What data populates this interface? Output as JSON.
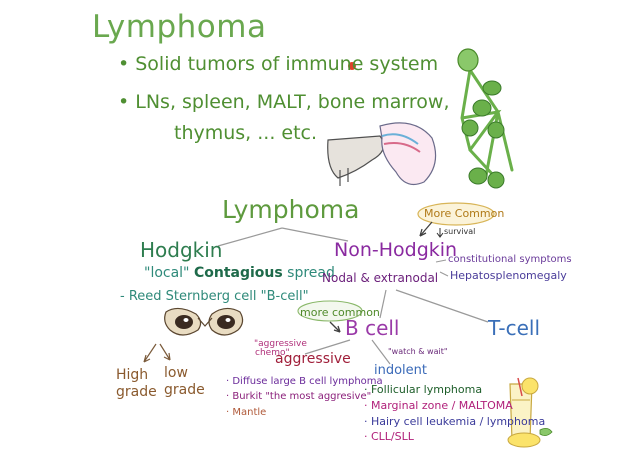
{
  "title": "Lymphoma",
  "bullets": [
    "• Solid tumors of immune system",
    "• LNs, spleen, MALT, bone marrow,",
    "thymus, ... etc."
  ],
  "subtitle": "Lymphoma",
  "hodgkin": {
    "label": "Hodgkin",
    "local": "\"local\"",
    "contagious": "Contagious",
    "spread": "spread",
    "reed": "- Reed Sternberg cell \"B-cell\"",
    "high_grade": [
      "High",
      "grade"
    ],
    "low_grade": [
      "low",
      "grade"
    ]
  },
  "non_hodgkin": {
    "more_common": "More Common",
    "survival": "survival",
    "label": "Non-Hodgkin",
    "nodal": "Nodal & extranodal",
    "constitutional": "constitutional symptoms",
    "hepatosplenomegaly": "Hepatosplenomegaly"
  },
  "b_cell": {
    "more_common": "more common",
    "label": "B cell",
    "aggressive_note": [
      "\"aggressive",
      "chemo\""
    ],
    "aggressive": "aggressive",
    "aggressive_items": [
      "· Diffuse large B cell lymphoma",
      "· Burkit \"the most aggresive\"",
      "· Mantle"
    ],
    "watch_note": "\"watch & wait\"",
    "indolent": "indolent",
    "indolent_items": [
      "· Follicular lymphoma",
      "· Marginal zone / MALTOMA",
      "· Hairy cell leukemia / lymphoma",
      "· CLL/SLL"
    ]
  },
  "t_cell": {
    "label": "T-cell"
  }
}
